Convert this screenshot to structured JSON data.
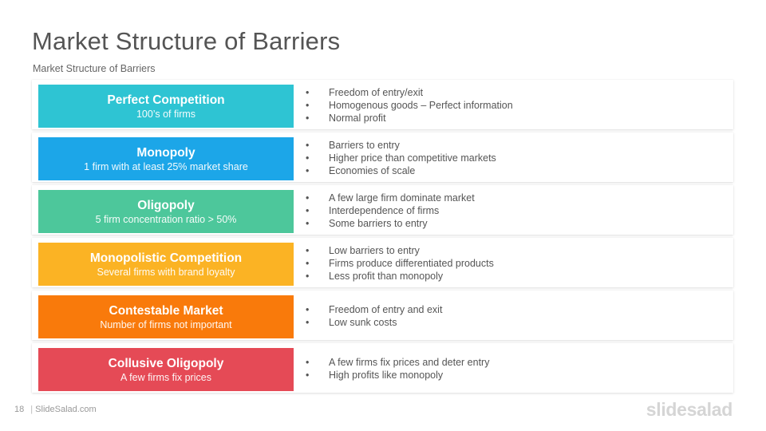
{
  "slide": {
    "title": "Market Structure of Barriers",
    "subtitle": "Market Structure of Barriers"
  },
  "rows": [
    {
      "title": "Perfect Competition",
      "subtitle": "100’s of firms",
      "color": "#2EC4D3",
      "bullets": [
        "Freedom of entry/exit",
        "Homogenous  goods  – Perfect information",
        "Normal  profit"
      ]
    },
    {
      "title": "Monopoly",
      "subtitle": "1 firm with at least 25% market share",
      "color": "#1CA6E8",
      "bullets": [
        "Barriers  to entry",
        "Higher price than competitive markets",
        "Economies of scale"
      ]
    },
    {
      "title": "Oligopoly",
      "subtitle": "5 firm concentration  ratio > 50%",
      "color": "#4DC79B",
      "bullets": [
        "A few large firm  dominate market",
        "Interdependence of firms",
        "Some  barriers  to entry"
      ]
    },
    {
      "title": "Monopolistic Competition",
      "subtitle": "Several firms  with brand loyalty",
      "color": "#FBB324",
      "bullets": [
        "Low barriers  to entry",
        "Firms produce differentiated  products",
        "Less profit  than monopoly"
      ]
    },
    {
      "title": "Contestable Market",
      "subtitle": "Number  of firms  not important",
      "color": "#F97A0B",
      "bullets": [
        "Freedom of entry and exit",
        "Low sunk costs"
      ]
    },
    {
      "title": "Collusive Oligopoly",
      "subtitle": "A few firms  fix prices",
      "color": "#E54A56",
      "bullets": [
        "A few firms  fix prices and deter entry",
        "High profits  like monopoly"
      ]
    }
  ],
  "footer": {
    "page_number": "18",
    "separator": "|",
    "site": "SlideSalad.com",
    "brand": "slidesalad"
  }
}
